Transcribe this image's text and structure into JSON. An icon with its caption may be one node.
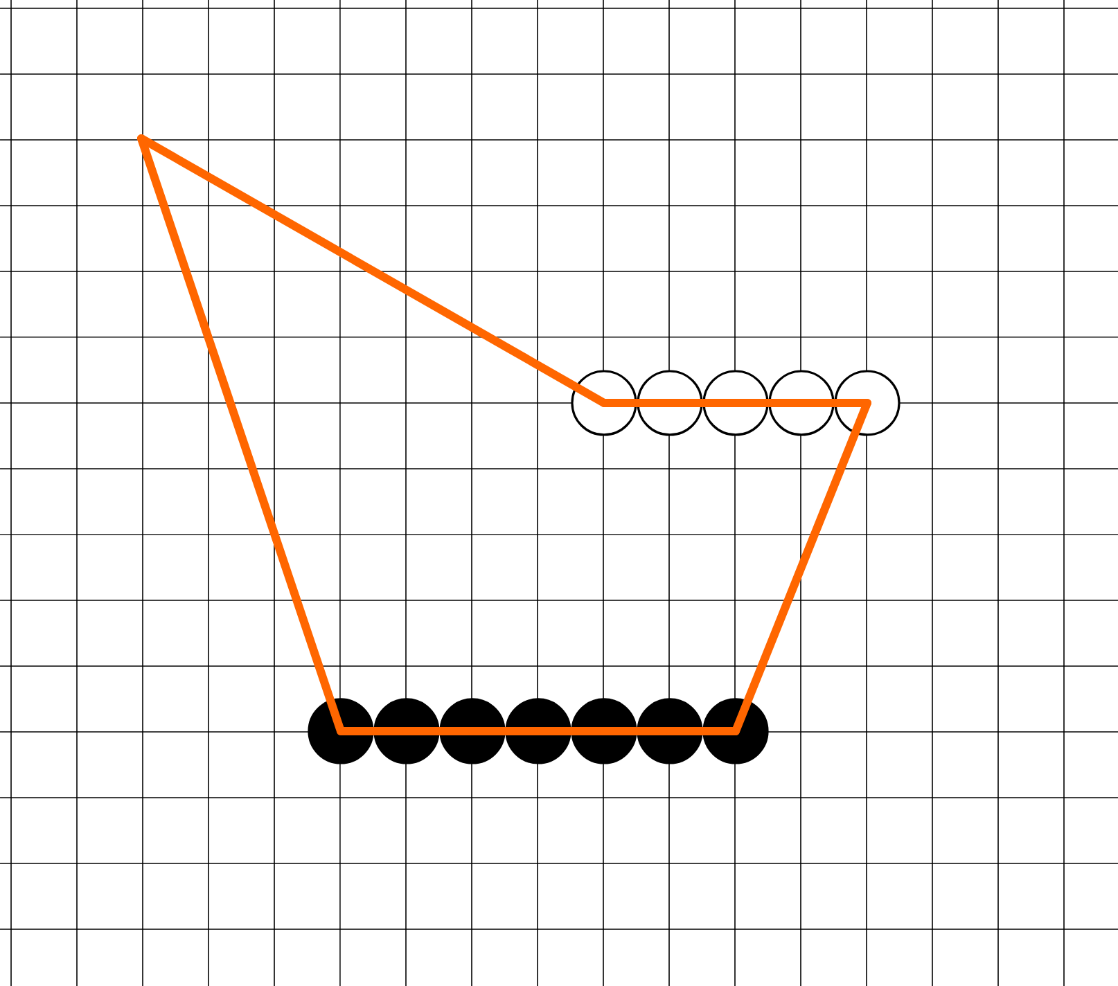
{
  "diagram": {
    "nodes": [
      {
        "text": [],
        "shape": "circle"
      },
      {
        "text": [],
        "shape": "circle"
      },
      {
        "text": [],
        "shape": "circle"
      },
      {
        "text": [],
        "shape": "circle"
      },
      {
        "text": [],
        "shape": "circle"
      },
      {
        "text": [],
        "shape": "dot"
      },
      {
        "text": [],
        "shape": "dot"
      },
      {
        "text": [],
        "shape": "dot"
      },
      {
        "text": [],
        "shape": "dot"
      },
      {
        "text": [],
        "shape": "dot"
      },
      {
        "text": [],
        "shape": "dot"
      },
      {
        "text": [],
        "shape": "dot"
      }
    ],
    "edges": [
      {
        "from": null,
        "to": 0,
        "arrow": "none"
      },
      {
        "from": 0,
        "to": 1,
        "arrow": "none"
      },
      {
        "from": 1,
        "to": 2,
        "arrow": "none"
      },
      {
        "from": 2,
        "to": 3,
        "arrow": "none"
      },
      {
        "from": 3,
        "to": 4,
        "arrow": "none"
      },
      {
        "from": 4,
        "to": 11,
        "arrow": "none"
      },
      {
        "from": 5,
        "to": 6,
        "arrow": "none"
      },
      {
        "from": 6,
        "to": 7,
        "arrow": "none"
      },
      {
        "from": 7,
        "to": 8,
        "arrow": "none"
      },
      {
        "from": 8,
        "to": 9,
        "arrow": "none"
      },
      {
        "from": 9,
        "to": 10,
        "arrow": "none"
      },
      {
        "from": 10,
        "to": 11,
        "arrow": "none"
      },
      {
        "from": 5,
        "to": null,
        "arrow": "none"
      }
    ]
  }
}
